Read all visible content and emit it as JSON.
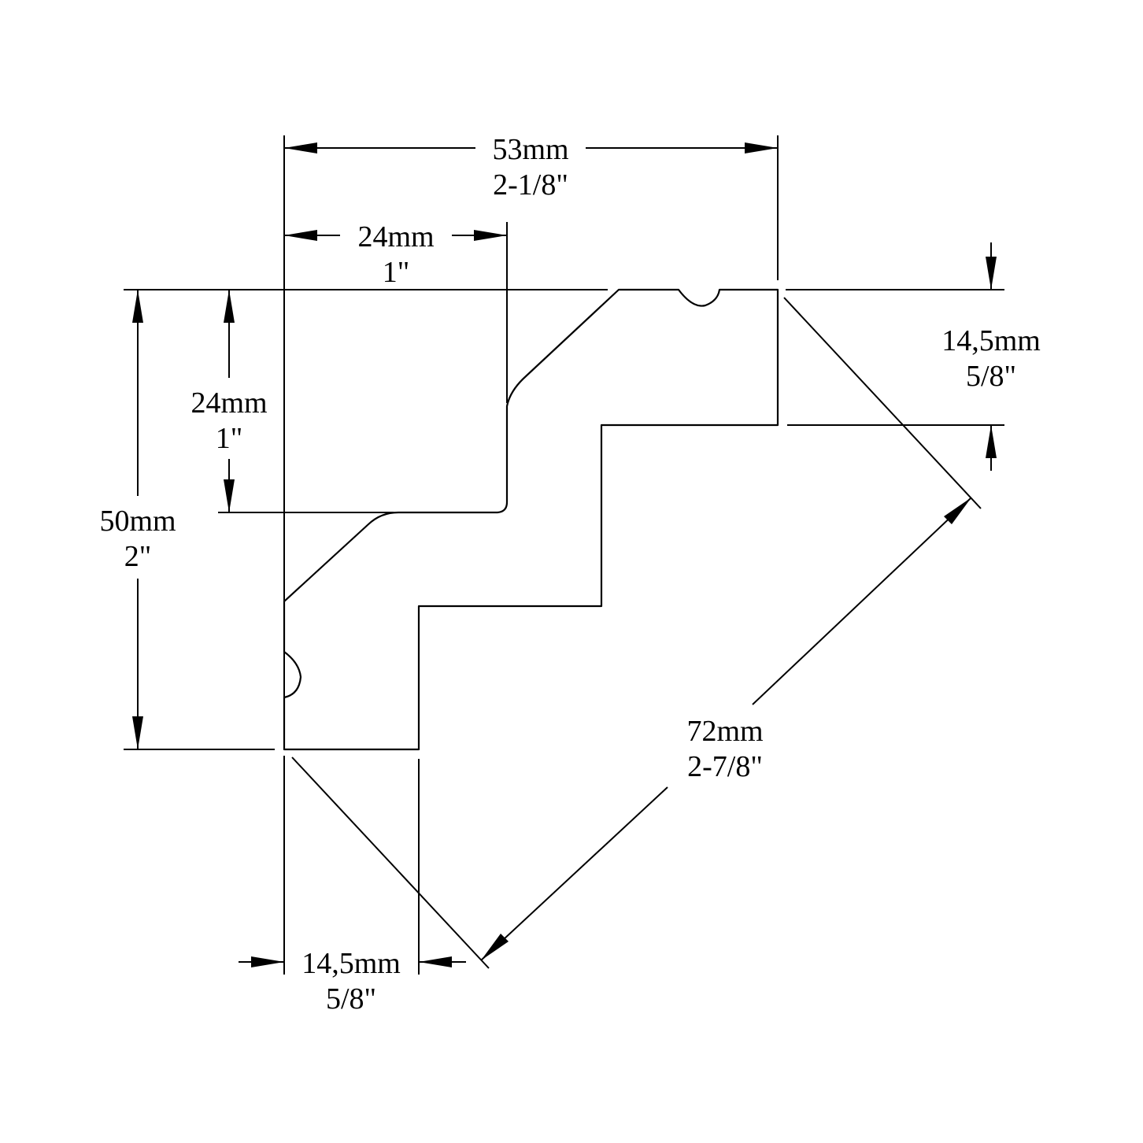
{
  "drawing": {
    "dimensions": {
      "overall_width": {
        "metric": "53mm",
        "imperial": "2-1/8\""
      },
      "inner_width": {
        "metric": "24mm",
        "imperial": "1\""
      },
      "inner_height": {
        "metric": "24mm",
        "imperial": "1\""
      },
      "overall_height": {
        "metric": "50mm",
        "imperial": "2\""
      },
      "right_thickness": {
        "metric": "14,5mm",
        "imperial": "5/8\""
      },
      "bottom_thickness": {
        "metric": "14,5mm",
        "imperial": "5/8\""
      },
      "diagonal": {
        "metric": "72mm",
        "imperial": "2-7/8\""
      }
    }
  }
}
